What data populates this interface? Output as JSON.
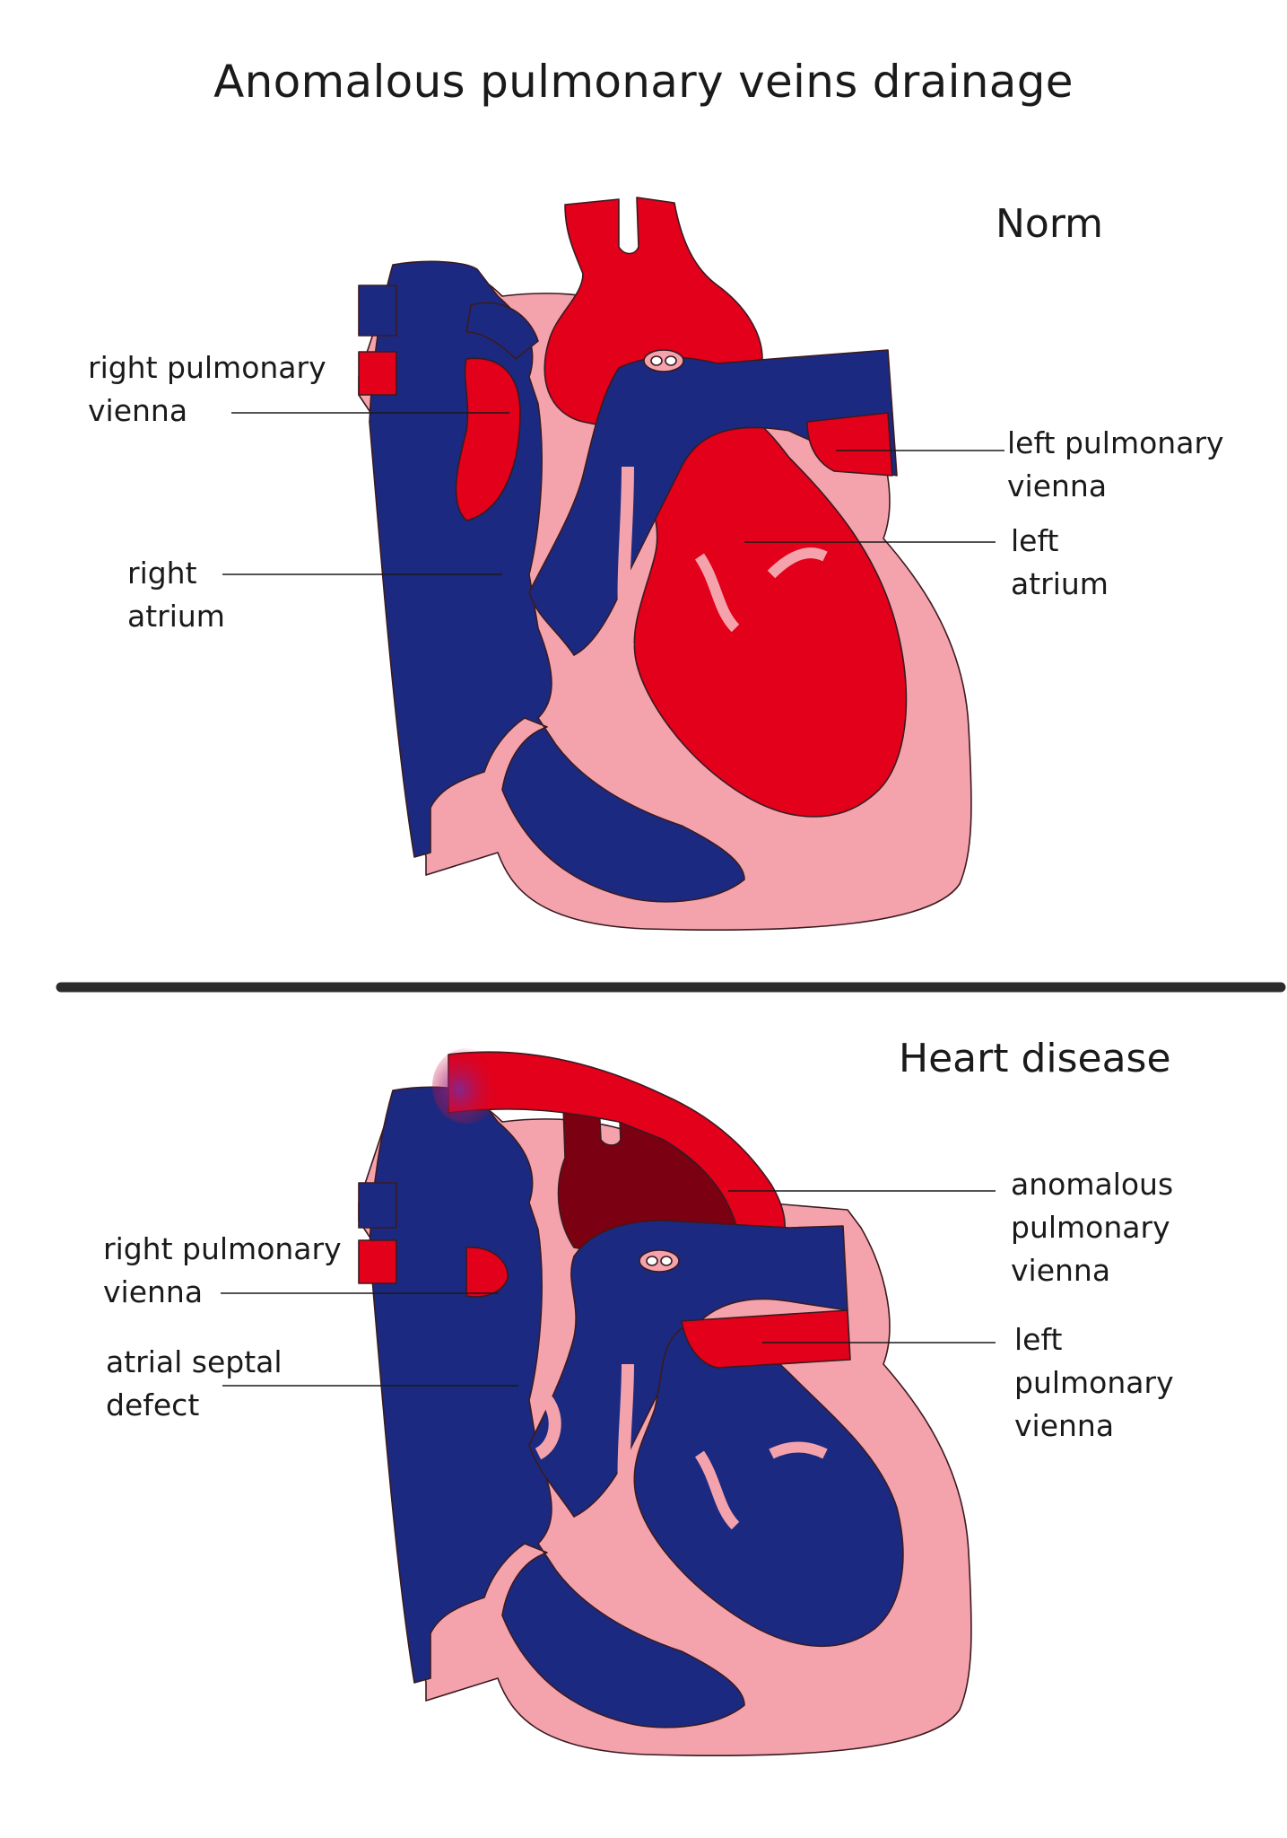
{
  "title": "Anomalous pulmonary veins drainage",
  "norm": {
    "heading": "Norm",
    "labels": {
      "right_pulmonary": "right pulmonary\nvienna",
      "left_pulmonary": "left pulmonary\nvienna",
      "left_atrium": "left\natrium",
      "right_atrium": "right\natrium"
    }
  },
  "disease": {
    "heading": "Heart disease",
    "labels": {
      "anomalous": "anomalous\npulmonary\nvienna",
      "right_pulmonary": "right pulmonary\nvienna",
      "left_pulmonary": "left\npulmonary\nvienna",
      "asd": "atrial septal\ndefect"
    }
  },
  "colors": {
    "oxygenated": "#e2001a",
    "deoxygenated": "#1b2a80",
    "wall": "#f4a3ac",
    "mixed": "#7b0012",
    "outline": "#3a1a20"
  }
}
